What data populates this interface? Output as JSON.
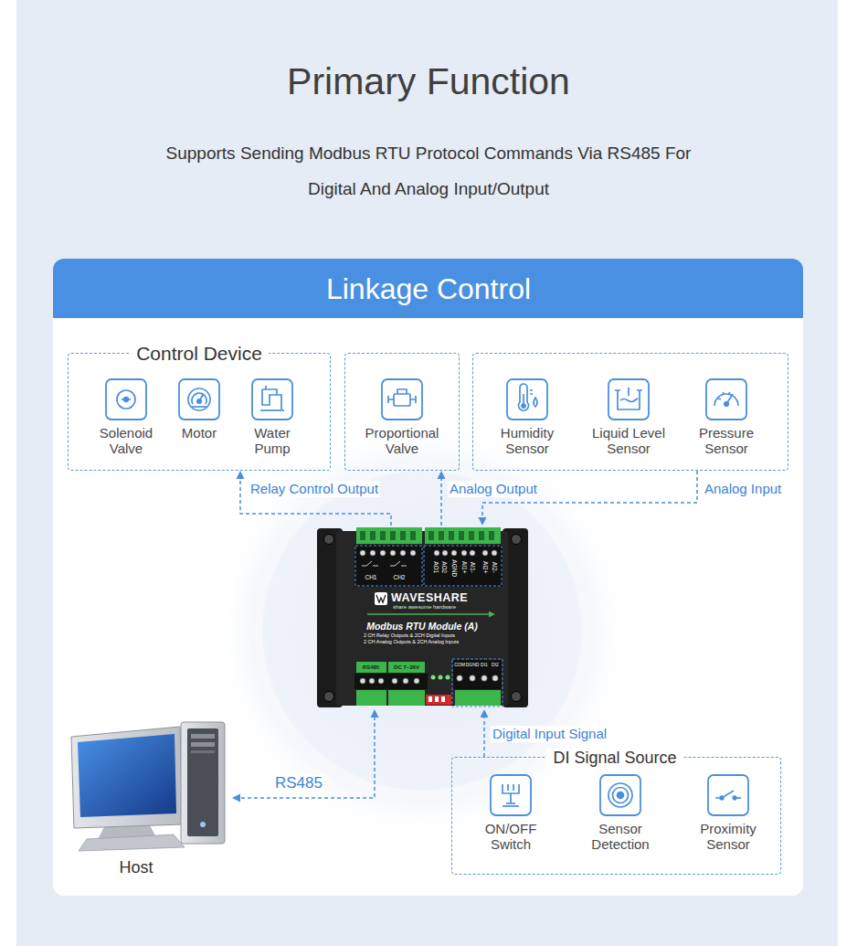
{
  "diagram": {
    "title": "Primary Function",
    "nodes": [
      {
        "text": [
          "Linkage Control"
        ]
      },
      {
        "text": [
          "Control Device"
        ],
        "in": 0
      },
      {
        "text": [
          "Solenoid Valve"
        ],
        "in": 1
      },
      {
        "text": [
          "Motor"
        ],
        "in": 1
      },
      {
        "text": [
          "Water Pump"
        ],
        "in": 1
      },
      {
        "text": [],
        "in": 0
      },
      {
        "text": [
          "Proportional Valve"
        ],
        "in": 5
      },
      {
        "text": [],
        "in": 0
      },
      {
        "text": [
          "Humidity Sensor"
        ],
        "in": 7
      },
      {
        "text": [
          "Liquid Level Sensor"
        ],
        "in": 7
      },
      {
        "text": [
          "Pressure Sensor"
        ],
        "in": 7
      },
      {
        "text": [
          "WAVESHARE",
          "share awesome hardware",
          "Modbus RTU Module (A)",
          "2 CH Relay Outputs & 2CH Digital Inputs",
          "2 CH Analog Outputs & 2CH Analog Inputs"
        ],
        "in": 0
      },
      {
        "text": [
          "Host"
        ],
        "in": 0
      },
      {
        "text": [
          "DI Signal Source"
        ],
        "in": 0
      },
      {
        "text": [
          "ON/OFF Switch"
        ],
        "in": 13
      },
      {
        "text": [
          "Sensor Detection"
        ],
        "in": 13
      },
      {
        "text": [
          "Proximity Sensor"
        ],
        "in": 13
      }
    ],
    "edges": [
      {
        "from": 11,
        "to": 1,
        "label": "Relay Control Output",
        "arrow": "to"
      },
      {
        "from": 11,
        "to": 5,
        "label": "Analog Output",
        "arrow": "to"
      },
      {
        "from": 7,
        "to": 11,
        "label": "Analog Input",
        "arrow": "to"
      },
      {
        "from": 11,
        "to": 12,
        "label": "RS485",
        "arrow": "both"
      },
      {
        "from": 13,
        "to": 11,
        "label": "Digital Input Signal",
        "arrow": "to"
      }
    ],
    "labels": [
      "Supports Sending Modbus RTU Protocol Commands Via RS485 For Digital And Analog Input/Output",
      "CH1",
      "CH2",
      "AO1",
      "AO2",
      "AGND",
      "AI1+",
      "AI1-",
      "AI2+",
      "AI2-",
      "RS485",
      "DC 7~36V",
      "COM",
      "DGND",
      "DI1",
      "DI2"
    ]
  }
}
